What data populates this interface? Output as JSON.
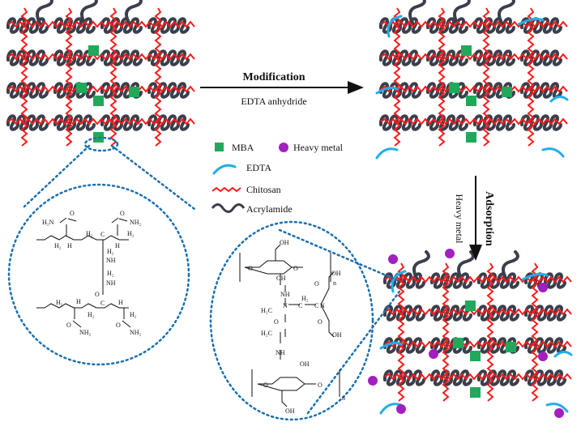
{
  "arrows": {
    "modification_title": "Modification",
    "modification_sub": "EDTA anhydride",
    "adsorption_title": "Adsorption",
    "adsorption_sub": "Heavy metal"
  },
  "legend": {
    "mba": "MBA",
    "heavy_metal": "Heavy metal",
    "edta": "EDTA",
    "chitosan": "Chitosan",
    "acrylamide": "Acrylamide"
  },
  "colors": {
    "chitosan": "#ff1a1a",
    "acrylamide": "#3a3f4b",
    "mba": "#22a85a",
    "edta": "#22aee8",
    "heavy_metal": "#a21fc0",
    "dotted": "#1a6fb0"
  },
  "mba_structure": {
    "h2n_top": "H₂N",
    "o_top_left": "O",
    "o_top_right": "O",
    "nh2_top": "NH₂",
    "h2_a": "H₂",
    "h_a": "H",
    "h2_b": "H₂",
    "c_a": "C",
    "h_b": "H",
    "h2_c": "H₂",
    "h2_d": "H₂",
    "nh_1": "NH",
    "h2_e": "H₂",
    "nh_2": "NH",
    "o_mid": "O",
    "h2_f": "H₂",
    "h_c": "H",
    "h2_g": "H₂",
    "c_b": "C",
    "h_d": "H",
    "h2_h": "H₂",
    "o_bot_left": "O",
    "o_bot_right": "O",
    "nh2_bot_left": "NH₂",
    "nh2_bot_right": "NH₂"
  },
  "edta_structure": {
    "oh_top": "OH",
    "o_ring1": "O",
    "o_ring1b": "O",
    "oh_r1": "OH",
    "nh_1": "NH",
    "n_sub1": "n",
    "o_a": "O",
    "oh_a": "OH",
    "h2c_1": "H₂C",
    "h2_mid": "H₂",
    "n_1": "N",
    "c_1": "C",
    "c_2": "C",
    "n_2": "N",
    "o_b": "O",
    "h2c_2": "H₂C",
    "oh_b": "OH",
    "o_c": "O",
    "nh_2": "NH",
    "oh_r2": "OH",
    "o_ring2": "O",
    "o_ring2b": "O",
    "oh_bottom": "OH",
    "n_sub2": "n"
  }
}
